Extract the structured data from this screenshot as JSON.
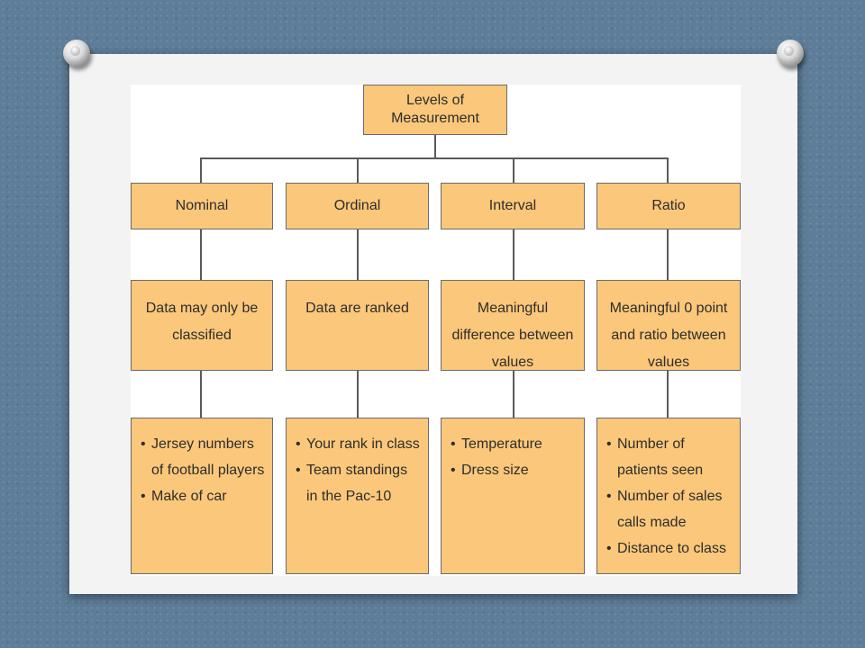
{
  "diagram": {
    "title": "Levels of Measurement",
    "levels": [
      {
        "name": "Nominal",
        "description": "Data may only be classified",
        "examples": [
          "Jersey numbers of football players",
          "Make of car"
        ]
      },
      {
        "name": "Ordinal",
        "description": "Data are ranked",
        "examples": [
          "Your rank in class",
          "Team standings in the Pac-10"
        ]
      },
      {
        "name": "Interval",
        "description": "Meaningful difference between values",
        "examples": [
          "Temperature",
          "Dress size"
        ]
      },
      {
        "name": "Ratio",
        "description": "Meaningful 0 point and ratio between values",
        "examples": [
          "Number of patients seen",
          "Number of sales calls made",
          "Distance to class"
        ]
      }
    ]
  },
  "colors": {
    "box_fill": "#fbc77a",
    "box_border": "#6b6b6b",
    "background": "#5d7d98",
    "slide": "#f3f3f3"
  },
  "icons": [
    "pushpin-icon",
    "pushpin-icon"
  ]
}
